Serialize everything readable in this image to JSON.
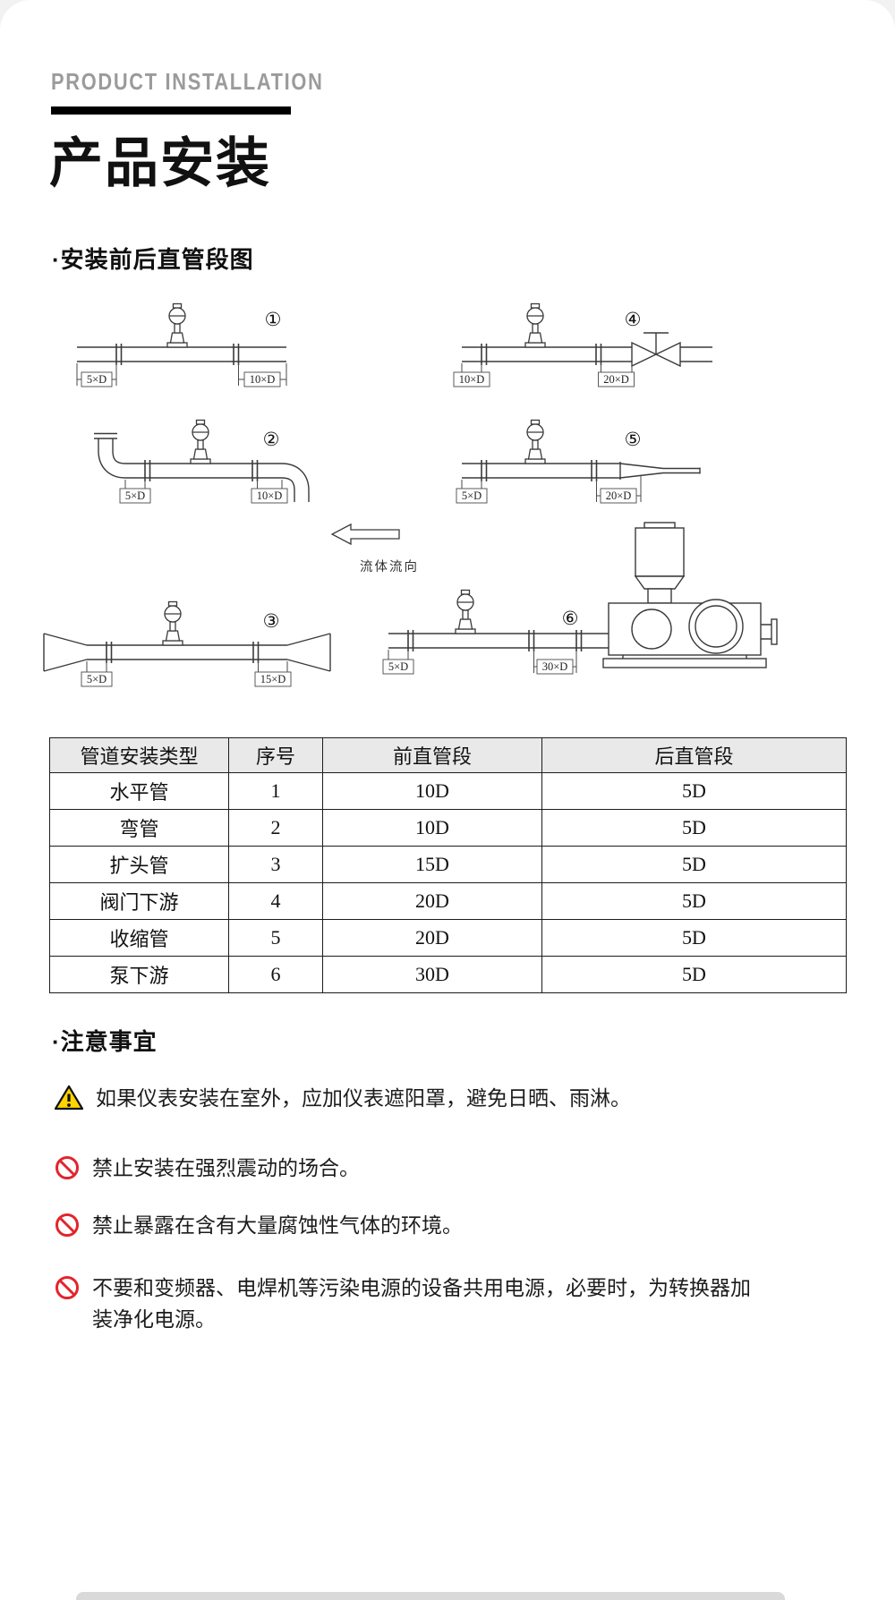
{
  "header": {
    "eyebrow": "PRODUCT INSTALLATION",
    "title": "产品安装"
  },
  "sections": {
    "diagrams_title": "·安装前后直管段图",
    "notes_title": "·注意事宜"
  },
  "flow": {
    "label": "流体流向"
  },
  "diagrams": {
    "d1": {
      "num": "①",
      "dim_left": "5×D",
      "dim_right": "10×D",
      "type": "水平管"
    },
    "d2": {
      "num": "②",
      "dim_left": "5×D",
      "dim_right": "10×D",
      "type": "弯管"
    },
    "d3": {
      "num": "③",
      "dim_left": "5×D",
      "dim_right": "15×D",
      "type": "扩头管"
    },
    "d4": {
      "num": "④",
      "dim_left": "10×D",
      "dim_right": "20×D",
      "type": "阀门下游"
    },
    "d5": {
      "num": "⑤",
      "dim_left": "5×D",
      "dim_right": "20×D",
      "type": "收缩管"
    },
    "d6": {
      "num": "⑥",
      "dim_left": "5×D",
      "dim_right": "30×D",
      "type": "泵下游"
    }
  },
  "table": {
    "headers": [
      "管道安装类型",
      "序号",
      "前直管段",
      "后直管段"
    ],
    "rows": [
      [
        "水平管",
        "1",
        "10D",
        "5D"
      ],
      [
        "弯管",
        "2",
        "10D",
        "5D"
      ],
      [
        "扩头管",
        "3",
        "15D",
        "5D"
      ],
      [
        "阀门下游",
        "4",
        "20D",
        "5D"
      ],
      [
        "收缩管",
        "5",
        "20D",
        "5D"
      ],
      [
        "泵下游",
        "6",
        "30D",
        "5D"
      ]
    ]
  },
  "notes": [
    {
      "icon": "warning-triangle",
      "text": "如果仪表安装在室外，应加仪表遮阳罩，避免日晒、雨淋。"
    },
    {
      "icon": "prohibited",
      "text": "禁止安装在强烈震动的场合。"
    },
    {
      "icon": "prohibited",
      "text": "禁止暴露在含有大量腐蚀性气体的环境。"
    },
    {
      "icon": "prohibited",
      "text": "不要和变频器、电焊机等污染电源的设备共用电源，必要时，为转换器加装净化电源。"
    }
  ],
  "colors": {
    "accent_black": "#000000",
    "eyebrow_gray": "#9b9b9b",
    "warning_yellow": "#ffd400",
    "prohibit_red": "#e3242b",
    "table_header_bg": "#e9e9e9",
    "line_gray": "#3a3a3a"
  }
}
